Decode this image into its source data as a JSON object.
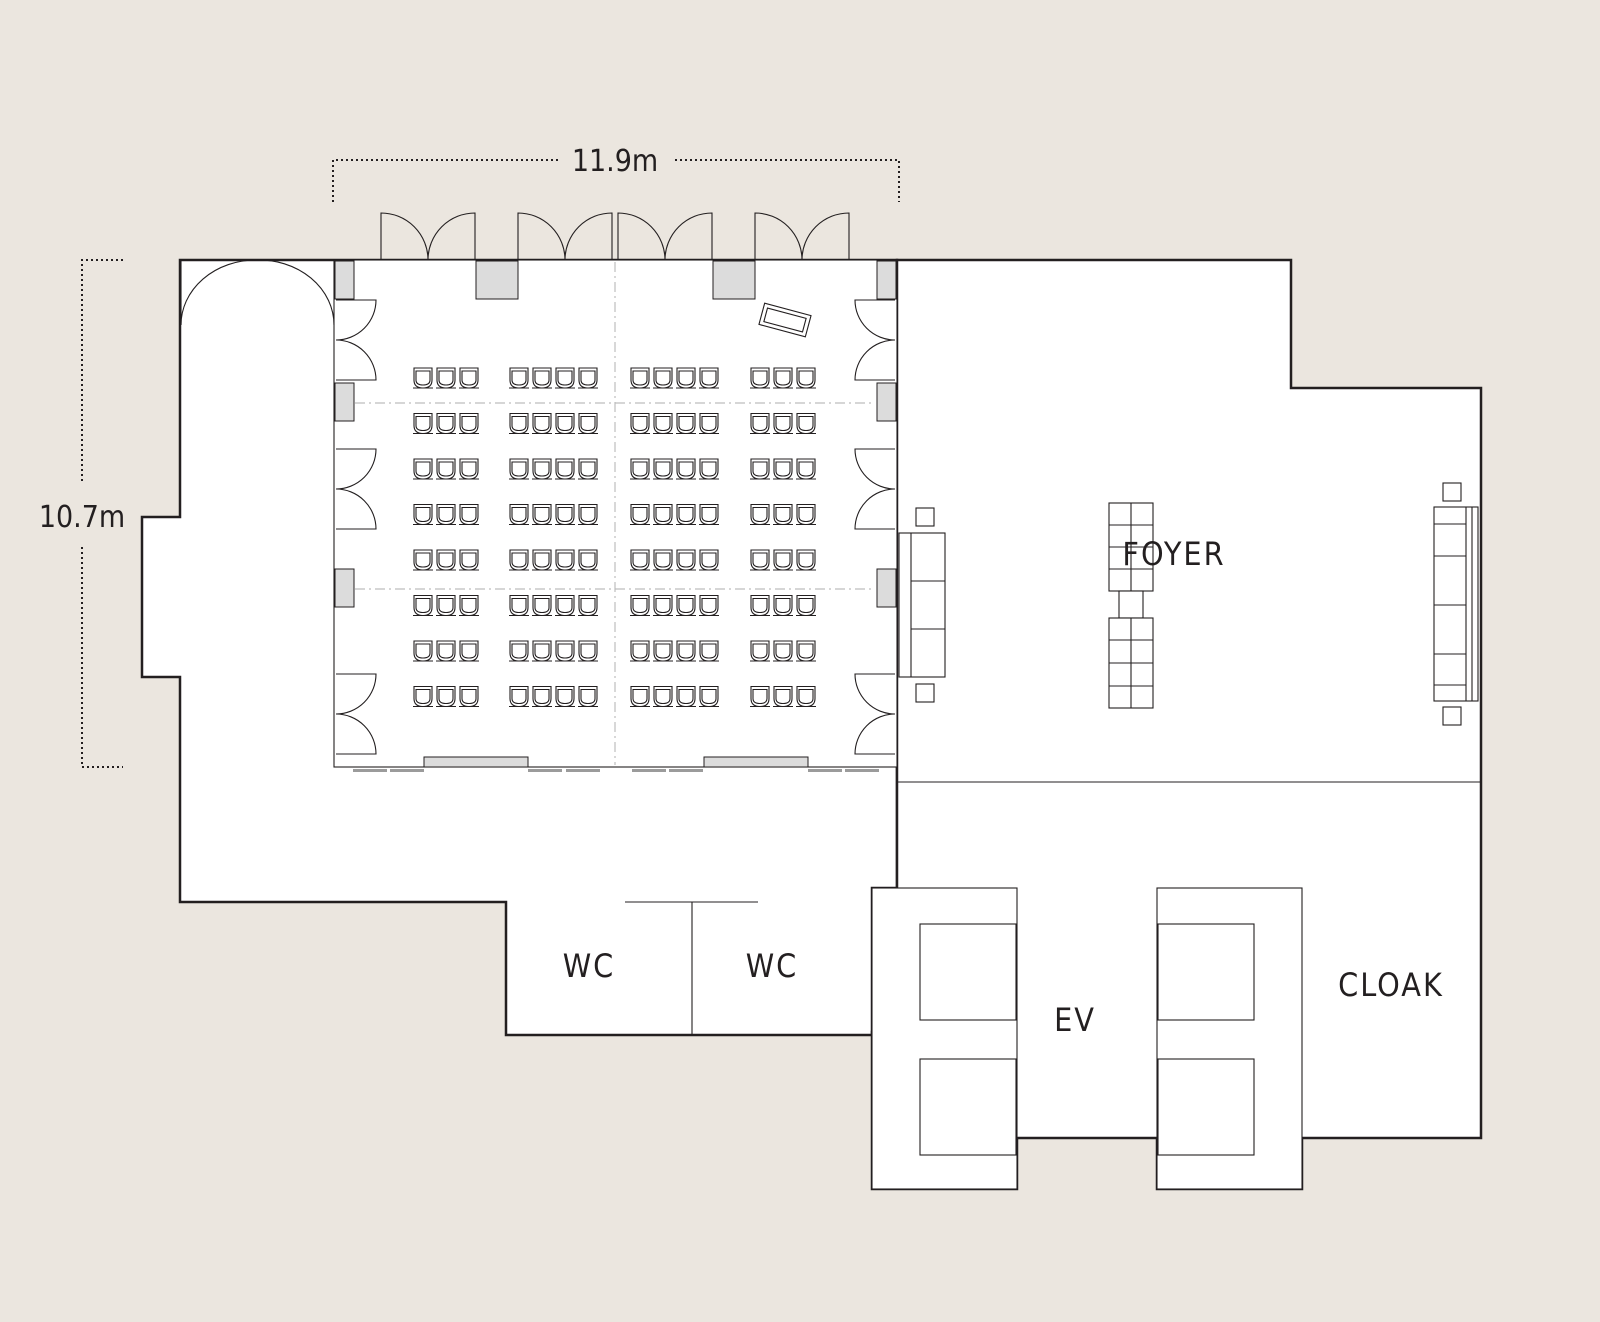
{
  "dimensions": {
    "width_label": "11.9m",
    "depth_label": "10.7m"
  },
  "rooms": {
    "foyer": "FOYER",
    "wc_left": "WC",
    "wc_right": "WC",
    "elevator": "EV",
    "cloak": "CLOAK"
  },
  "seating": {
    "layout": "theater",
    "rows": 8,
    "blocks": [
      3,
      4,
      4,
      3
    ],
    "seats_per_row": 14,
    "total_seats": 112
  },
  "colors": {
    "background": "#ebe6df",
    "floor": "#ffffff",
    "lines": "#231f20",
    "pillar": "#dcdcdc"
  }
}
